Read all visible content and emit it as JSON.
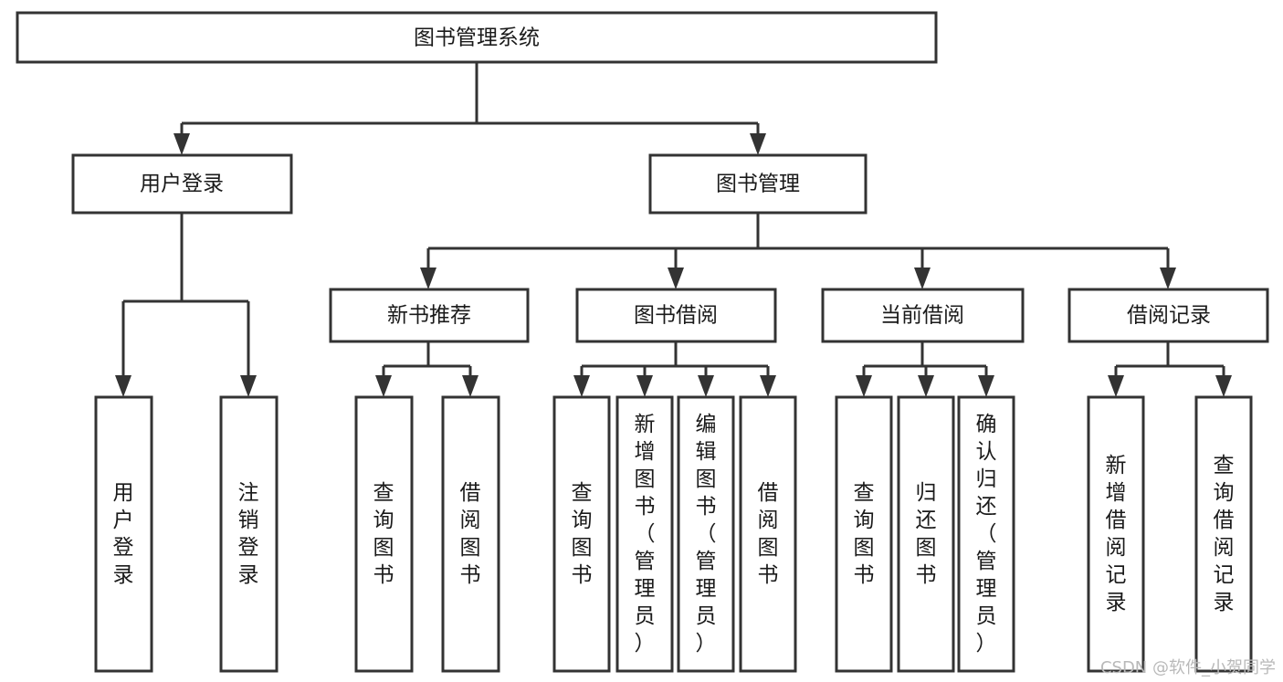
{
  "diagram": {
    "title": "图书管理系统",
    "type": "tree-hierarchy-diagram",
    "watermark": "CSDN @软件_小贺同学",
    "colors": {
      "box_stroke": "#333333",
      "box_fill": "#ffffff",
      "label_text": "#1a1a1a",
      "connector": "#333333",
      "background": "#ffffff",
      "watermark": "#b9b9b9"
    },
    "levels": [
      {
        "level": 0,
        "nodes": [
          {
            "id": "root",
            "label": "图书管理系统",
            "orientation": "horizontal"
          }
        ]
      },
      {
        "level": 1,
        "nodes": [
          {
            "id": "user-login",
            "label": "用户登录",
            "orientation": "horizontal",
            "parent": "root"
          },
          {
            "id": "book-manage",
            "label": "图书管理",
            "orientation": "horizontal",
            "parent": "root"
          }
        ]
      },
      {
        "level": 2,
        "nodes": [
          {
            "id": "new-book-rec",
            "label": "新书推荐",
            "orientation": "horizontal",
            "parent": "book-manage"
          },
          {
            "id": "book-borrow",
            "label": "图书借阅",
            "orientation": "horizontal",
            "parent": "book-manage"
          },
          {
            "id": "current-borrow",
            "label": "当前借阅",
            "orientation": "horizontal",
            "parent": "book-manage"
          },
          {
            "id": "borrow-record",
            "label": "借阅记录",
            "orientation": "horizontal",
            "parent": "book-manage"
          }
        ]
      },
      {
        "level": 3,
        "nodes": [
          {
            "id": "leaf-user-login",
            "label": "用户登录",
            "orientation": "vertical",
            "parent": "user-login"
          },
          {
            "id": "leaf-logout",
            "label": "注销登录",
            "orientation": "vertical",
            "parent": "user-login"
          },
          {
            "id": "leaf-query-book-1",
            "label": "查询图书",
            "orientation": "vertical",
            "parent": "new-book-rec"
          },
          {
            "id": "leaf-borrow-book-1",
            "label": "借阅图书",
            "orientation": "vertical",
            "parent": "new-book-rec"
          },
          {
            "id": "leaf-query-book-2",
            "label": "查询图书",
            "orientation": "vertical",
            "parent": "book-borrow"
          },
          {
            "id": "leaf-add-book",
            "label": "新增图书（管理员）",
            "orientation": "vertical",
            "parent": "book-borrow"
          },
          {
            "id": "leaf-edit-book",
            "label": "编辑图书（管理员）",
            "orientation": "vertical",
            "parent": "book-borrow"
          },
          {
            "id": "leaf-borrow-book-2",
            "label": "借阅图书",
            "orientation": "vertical",
            "parent": "book-borrow"
          },
          {
            "id": "leaf-query-book-3",
            "label": "查询图书",
            "orientation": "vertical",
            "parent": "current-borrow"
          },
          {
            "id": "leaf-return-book",
            "label": "归还图书",
            "orientation": "vertical",
            "parent": "current-borrow"
          },
          {
            "id": "leaf-confirm-return",
            "label": "确认归还（管理员）",
            "orientation": "vertical",
            "parent": "current-borrow"
          },
          {
            "id": "leaf-add-record",
            "label": "新增借阅记录",
            "orientation": "vertical",
            "parent": "borrow-record"
          },
          {
            "id": "leaf-query-record",
            "label": "查询借阅记录",
            "orientation": "vertical",
            "parent": "borrow-record"
          }
        ]
      }
    ]
  }
}
